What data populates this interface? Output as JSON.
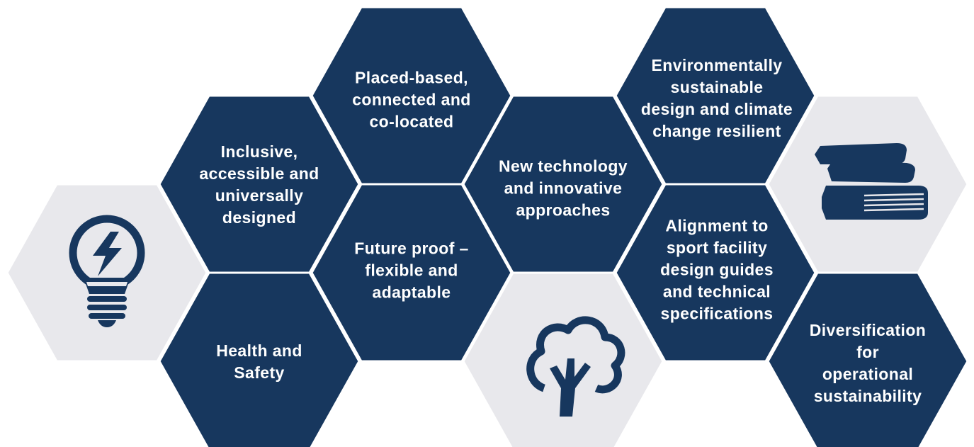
{
  "colors": {
    "navy": "#17375e",
    "grey": "#e8e8ec",
    "white": "#ffffff"
  },
  "hexagons": [
    {
      "id": "lightbulb",
      "kind": "icon",
      "icon": "lightbulb-bolt-icon"
    },
    {
      "id": "inclusive",
      "kind": "text",
      "label": "Inclusive,\naccessible and\nuniversally\ndesigned"
    },
    {
      "id": "health",
      "kind": "text",
      "label": "Health and\nSafety"
    },
    {
      "id": "place",
      "kind": "text",
      "label": "Placed-based,\nconnected and\nco-located"
    },
    {
      "id": "future",
      "kind": "text",
      "label": "Future proof –\nflexible and\nadaptable"
    },
    {
      "id": "technology",
      "kind": "text",
      "label": "New technology\nand innovative\napproaches"
    },
    {
      "id": "tree",
      "kind": "icon",
      "icon": "tree-icon"
    },
    {
      "id": "environment",
      "kind": "text",
      "label": "Environmentally\nsustainable\ndesign and climate\nchange resilient"
    },
    {
      "id": "alignment",
      "kind": "text",
      "label": "Alignment to\nsport facility\ndesign guides\nand technical\nspecifications"
    },
    {
      "id": "books",
      "kind": "icon",
      "icon": "books-icon"
    },
    {
      "id": "diversification",
      "kind": "text",
      "label": "Diversification\nfor operational\nsustainability"
    }
  ]
}
